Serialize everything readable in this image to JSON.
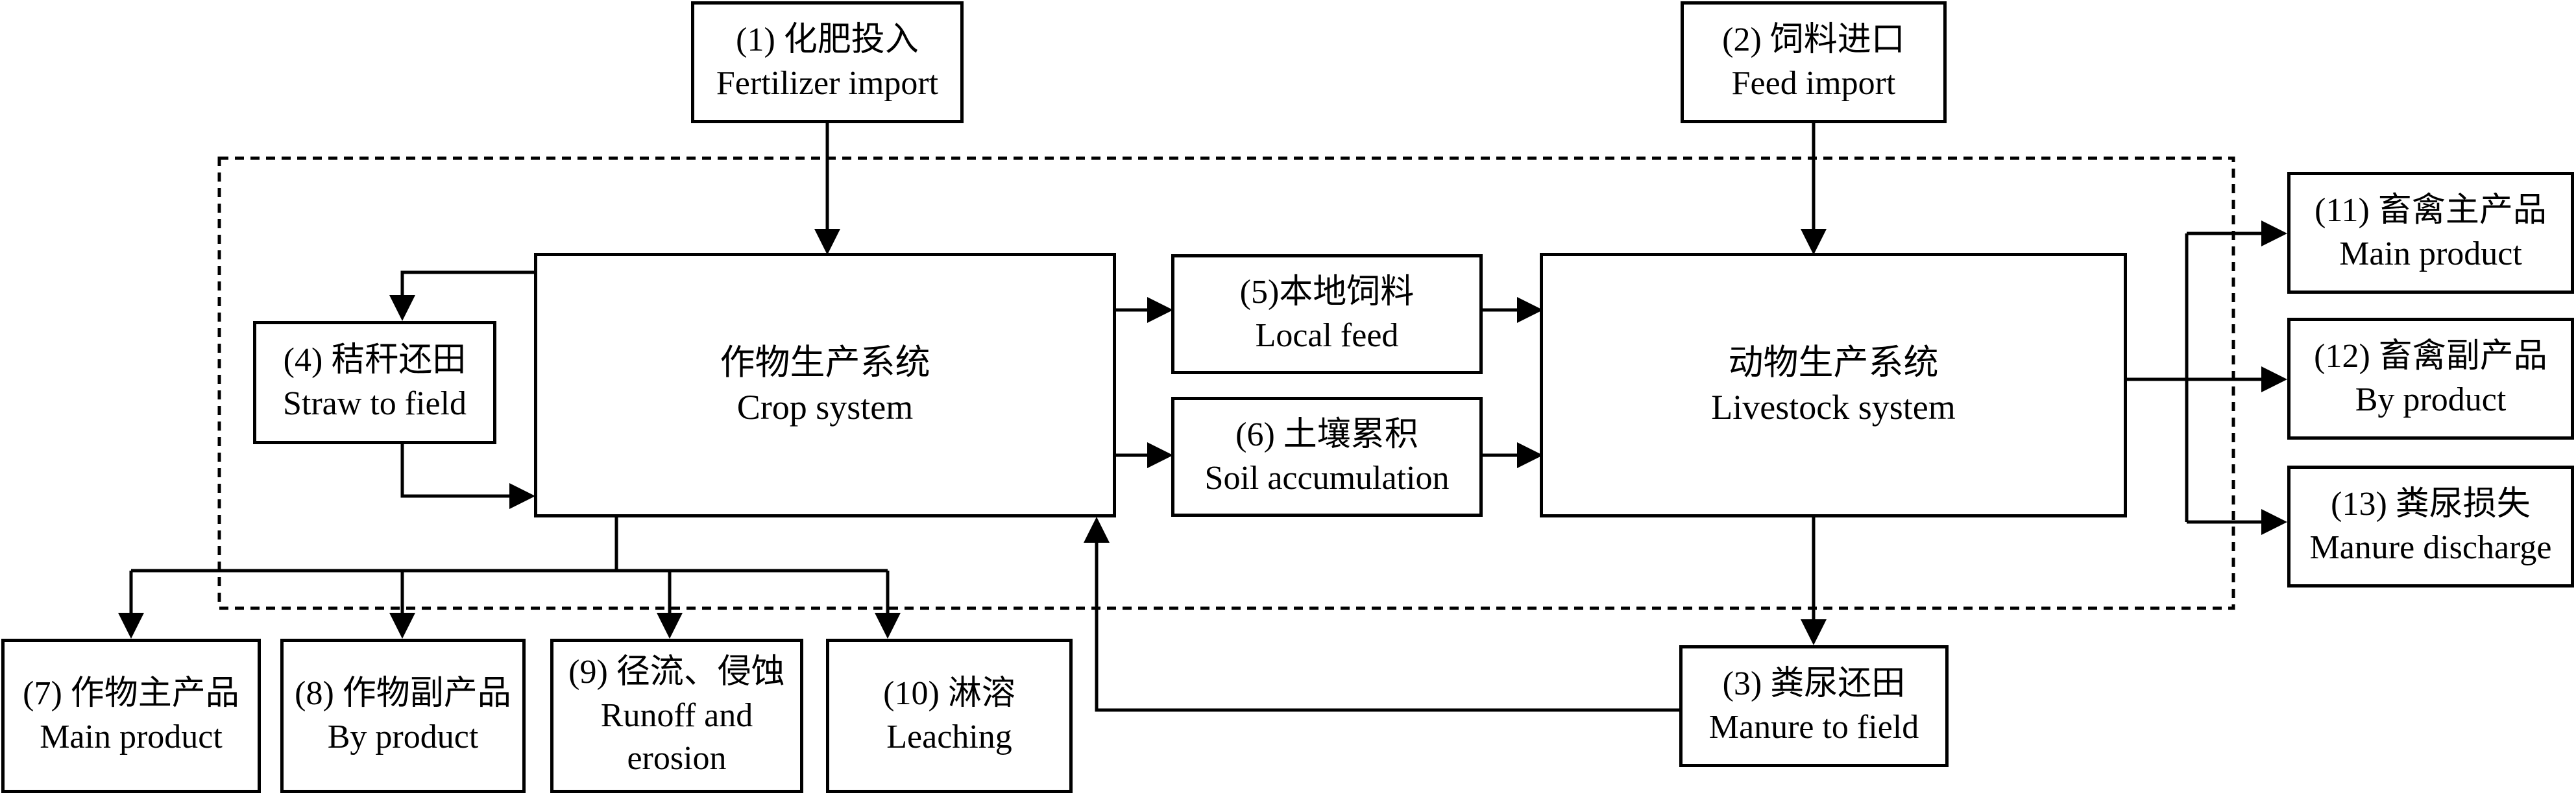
{
  "nodes": {
    "n1": {
      "zh": "(1) 化肥投入",
      "en": "Fertilizer import"
    },
    "n2": {
      "zh": "(2) 饲料进口",
      "en": "Feed import"
    },
    "n3": {
      "zh": "(3) 粪尿还田",
      "en": "Manure to field"
    },
    "n4": {
      "zh": "(4) 秸秆还田",
      "en": "Straw to field"
    },
    "n5": {
      "zh": "(5)本地饲料",
      "en": "Local feed"
    },
    "n6": {
      "zh": "(6) 土壤累积",
      "en": "Soil accumulation"
    },
    "n7": {
      "zh": "(7) 作物主产品",
      "en": "Main product"
    },
    "n8": {
      "zh": "(8) 作物副产品",
      "en": "By product"
    },
    "n9": {
      "zh": "(9) 径流、侵蚀",
      "en": "Runoff and erosion"
    },
    "n10": {
      "zh": "(10) 淋溶",
      "en": "Leaching"
    },
    "n11": {
      "zh": "(11) 畜禽主产品",
      "en": "Main product"
    },
    "n12": {
      "zh": "(12) 畜禽副产品",
      "en": "By product"
    },
    "n13": {
      "zh": "(13) 粪尿损失",
      "en": "Manure discharge"
    },
    "crop": {
      "zh": "作物生产系统",
      "en": "Crop system"
    },
    "livestock": {
      "zh": "动物生产系统",
      "en": "Livestock system"
    }
  },
  "colors": {
    "stroke": "#000000",
    "background": "#ffffff"
  }
}
